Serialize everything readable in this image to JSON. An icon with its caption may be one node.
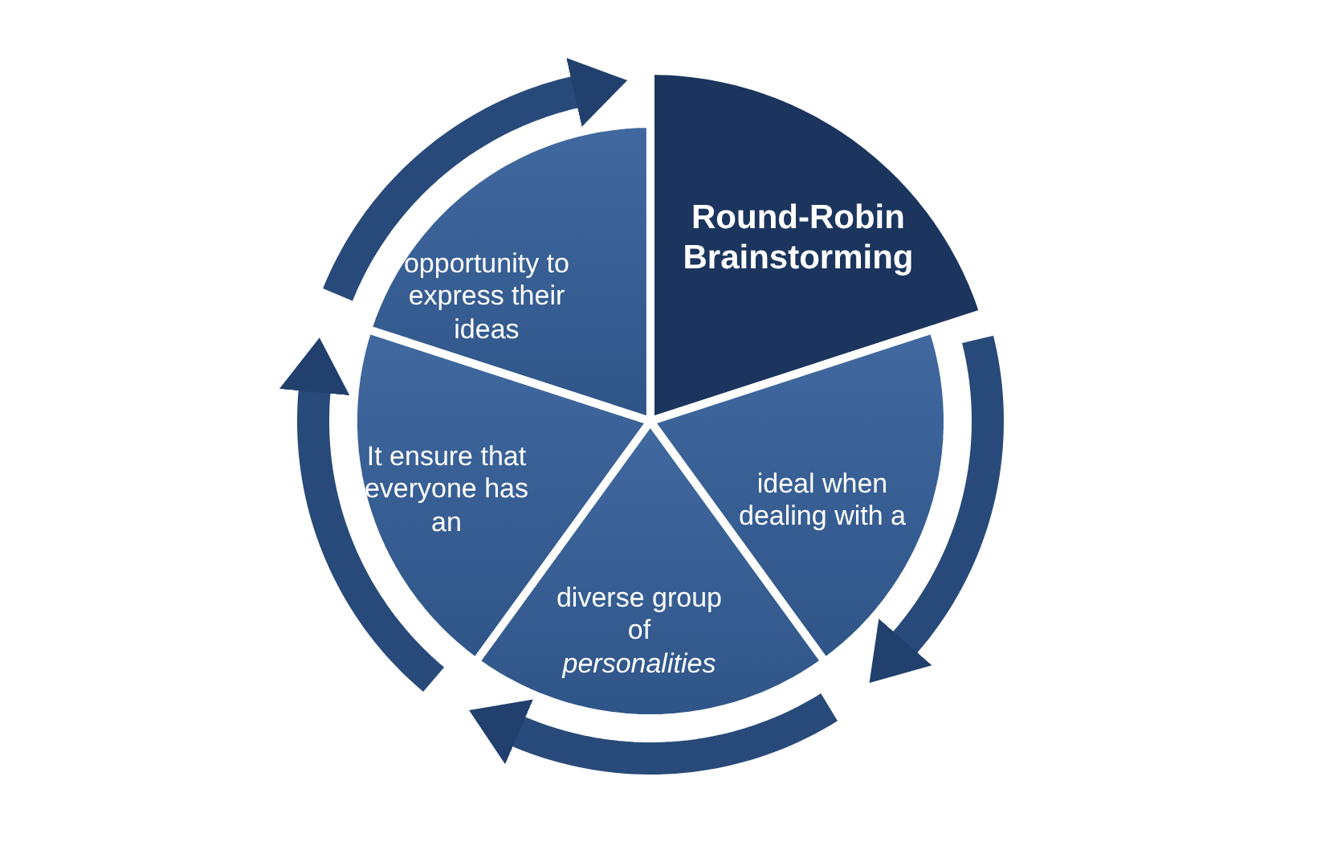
{
  "diagram": {
    "nodes": [
      {
        "text": [
          "Round-Robin Brainstorming"
        ]
      },
      {
        "text": [
          "ideal when dealing with a"
        ]
      },
      {
        "text": [
          "diverse group of *personalities*"
        ]
      },
      {
        "text": [
          "It ensure that everyone has an"
        ]
      },
      {
        "text": [
          "opportunity to express their ideas"
        ]
      }
    ]
  }
}
